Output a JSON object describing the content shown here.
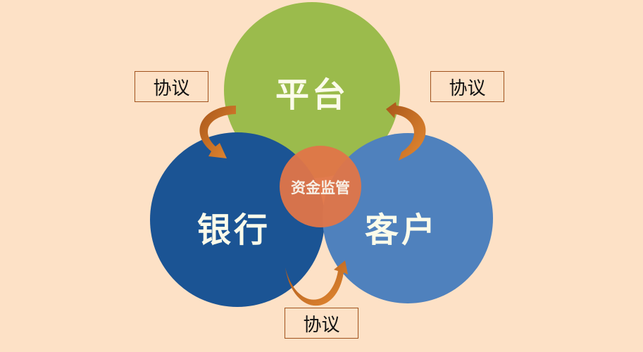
{
  "nodes": {
    "platform": "平台",
    "bank": "银行",
    "customer": "客户",
    "center": "资金监管"
  },
  "agreements": [
    "协议",
    "协议",
    "协议"
  ],
  "colors": {
    "background": "#fde1c6",
    "platform": "#9bbb4c",
    "bank": "#1b5494",
    "customer": "#4f81bd",
    "center": "#e07548",
    "arrow": "#c8731f"
  }
}
